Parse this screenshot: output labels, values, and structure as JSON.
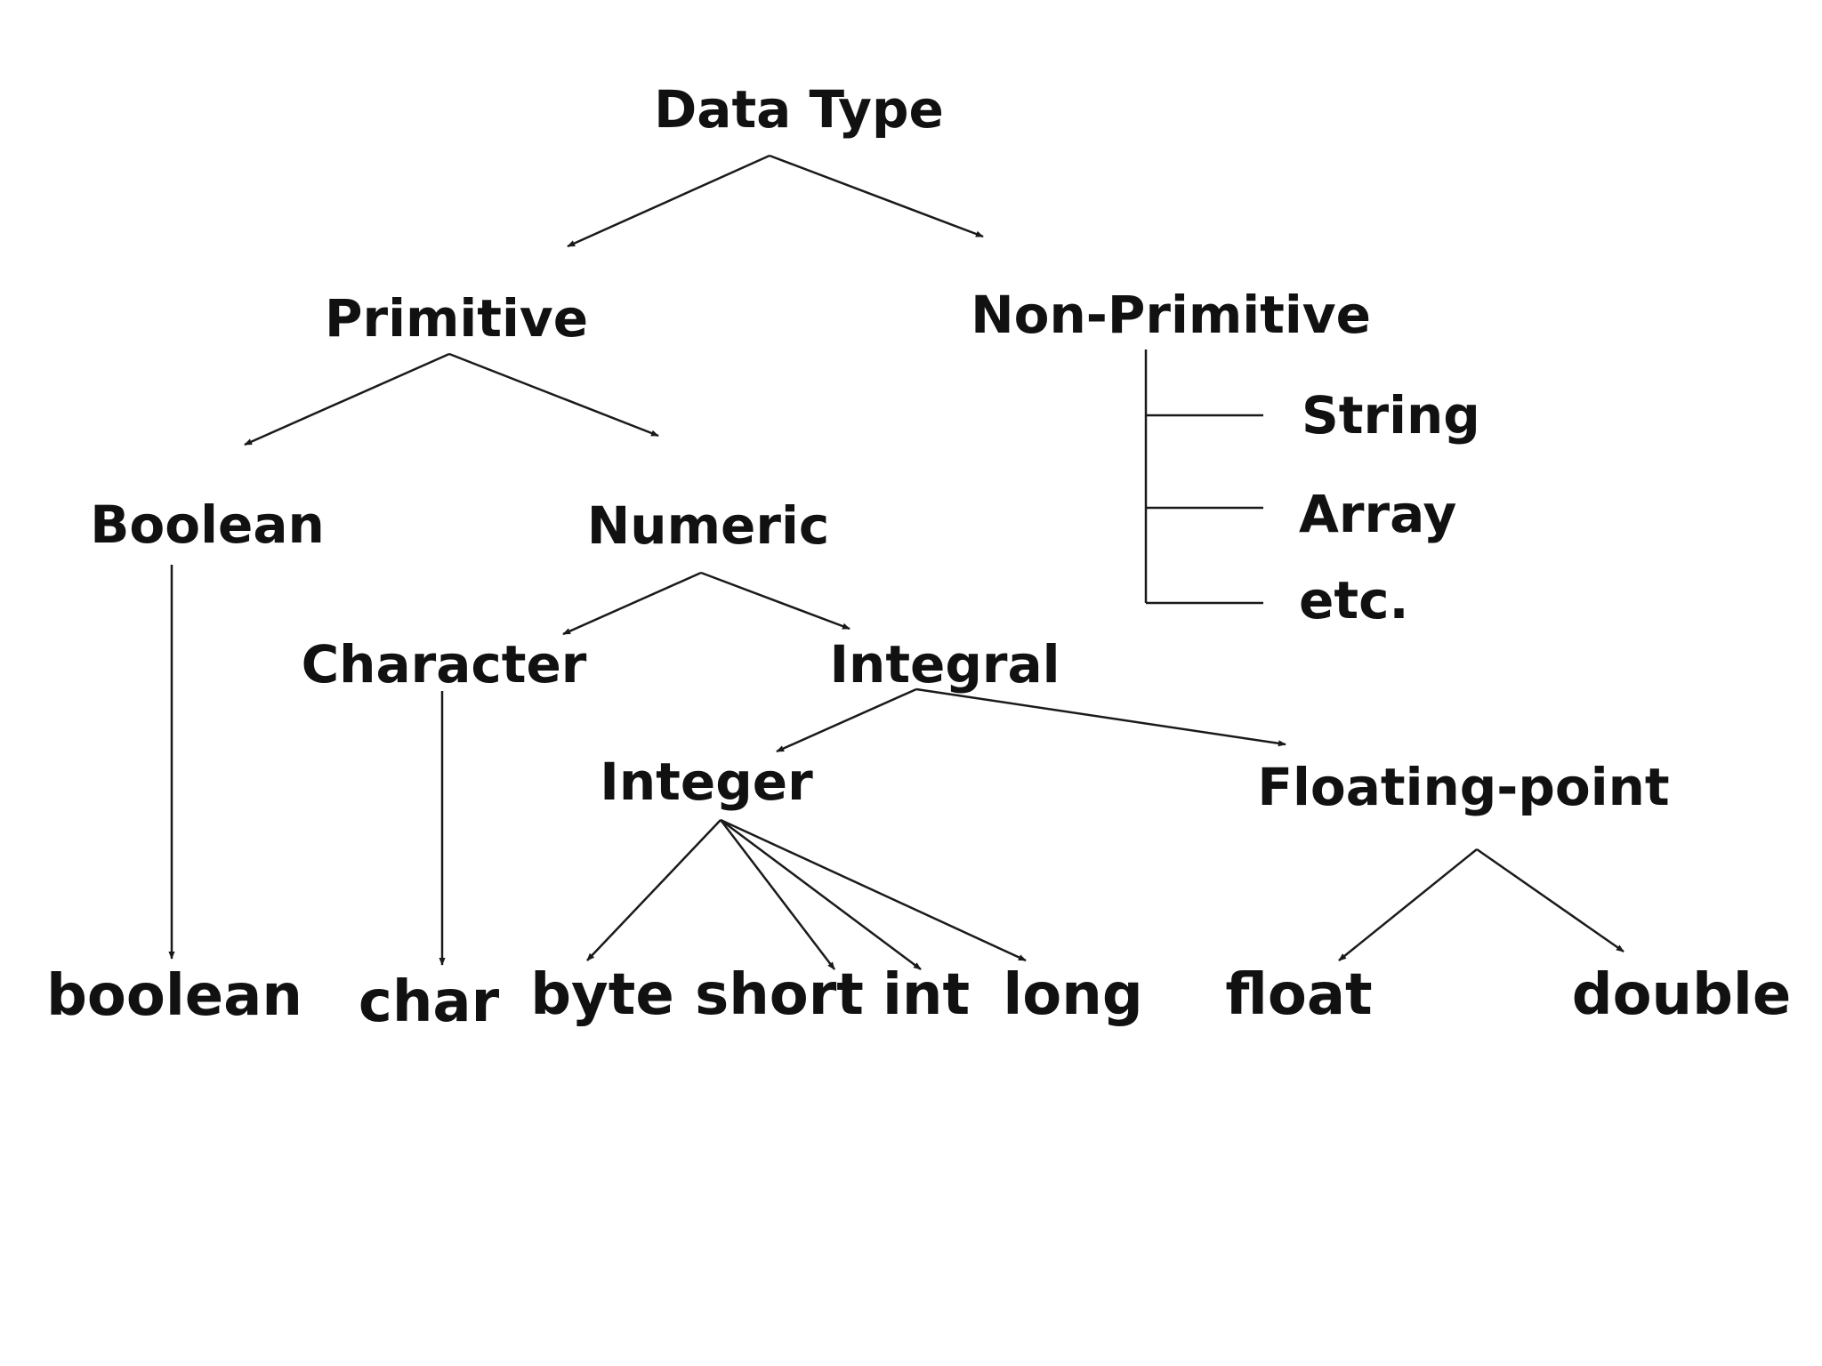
{
  "nodes": {
    "data_type": "Data Type",
    "primitive": "Primitive",
    "non_primitive": "Non-Primitive",
    "string": "String",
    "array": "Array",
    "etc": "etc.",
    "boolean_category": "Boolean",
    "numeric": "Numeric",
    "character": "Character",
    "integral": "Integral",
    "integer": "Integer",
    "floating_point": "Floating-point"
  },
  "leaves": {
    "boolean": "boolean",
    "char": "char",
    "byte": "byte",
    "short": "short",
    "int": "int",
    "long": "long",
    "float": "float",
    "double": "double"
  }
}
